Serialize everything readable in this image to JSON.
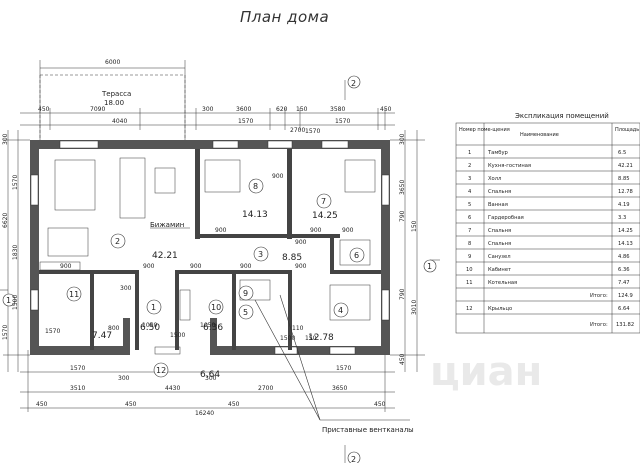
{
  "title": "План дома",
  "terrace": {
    "label": "Терасса",
    "area": "18.00"
  },
  "side_marks": [
    "2",
    "2",
    "1",
    "1"
  ],
  "dims_top": [
    "6000",
    "450",
    "7090",
    "300",
    "3600",
    "620",
    "150",
    "3580",
    "450",
    "4040",
    "1570",
    "1570"
  ],
  "dims_bottom": [
    "1570",
    "3510",
    "4430",
    "2700",
    "3650",
    "1570",
    "450",
    "450",
    "300",
    "300",
    "450",
    "450",
    "1050",
    "1500",
    "1050"
  ],
  "dims_left": [
    "300",
    "6620",
    "1830",
    "1500",
    "1570",
    "1570"
  ],
  "dims_right": [
    "300",
    "3650",
    "790",
    "150",
    "3010",
    "790",
    "450"
  ],
  "overall_width": "16240",
  "inner_marks": [
    "900",
    "900",
    "900",
    "900",
    "900",
    "900",
    "900",
    "900",
    "900",
    "900",
    "800",
    "1500",
    "150",
    "110",
    "1570",
    "1570",
    "300",
    "2700"
  ],
  "rooms": [
    {
      "num": "1",
      "area": "6.50"
    },
    {
      "num": "2",
      "area": "42.21"
    },
    {
      "num": "3",
      "area": "8.85"
    },
    {
      "num": "4",
      "area": "12.78"
    },
    {
      "num": "5",
      "area": ""
    },
    {
      "num": "6",
      "area": ""
    },
    {
      "num": "7",
      "area": "14.25"
    },
    {
      "num": "8",
      "area": "14.13"
    },
    {
      "num": "9",
      "area": ""
    },
    {
      "num": "10",
      "area": "6.36"
    },
    {
      "num": "11",
      "area": "7.47"
    },
    {
      "num": "12",
      "area": "6.64"
    }
  ],
  "furniture_label": "Бижамин",
  "vent_label": "Приставные вентканалы",
  "watermark": "циан",
  "table": {
    "title": "Экспликация помещений",
    "headers": [
      "Номер поме-щения",
      "Наименование",
      "Площадь"
    ],
    "rows": [
      [
        "1",
        "Тамбур",
        "6.5"
      ],
      [
        "2",
        "Кухня-гостиная",
        "42.21"
      ],
      [
        "3",
        "Холл",
        "8.85"
      ],
      [
        "4",
        "Спальня",
        "12.78"
      ],
      [
        "5",
        "Ванная",
        "4.19"
      ],
      [
        "6",
        "Гардеробная",
        "3.3"
      ],
      [
        "7",
        "Спальня",
        "14.25"
      ],
      [
        "8",
        "Спальня",
        "14.13"
      ],
      [
        "9",
        "Санузел",
        "4.86"
      ],
      [
        "10",
        "Кабинет",
        "6.36"
      ],
      [
        "11",
        "Котельная",
        "7.47"
      ]
    ],
    "total1": {
      "label": "Итого:",
      "value": "124.9"
    },
    "row12": [
      "12",
      "Крыльцо",
      "6.64"
    ],
    "total2": {
      "label": "Итого:",
      "value": "131.82"
    }
  }
}
